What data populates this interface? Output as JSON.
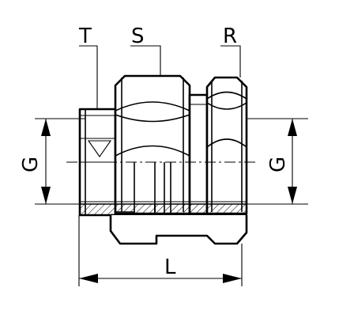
{
  "labels": {
    "T": "T",
    "S": "S",
    "R": "R",
    "G_left": "G",
    "G_right": "G",
    "L": "L"
  }
}
